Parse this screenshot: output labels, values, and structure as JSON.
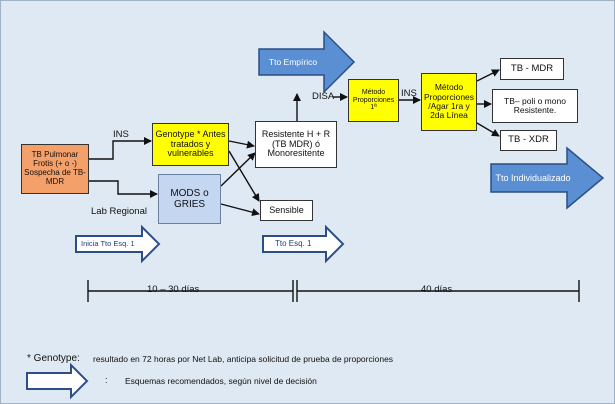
{
  "boxes": {
    "tb_pulmonar": "TB Pulmonar Frotis (+ o -) Sospecha de TB-MDR",
    "genotype": "Genotype * Antes tratados y vulnerables",
    "mods_gries": "MODS o GRIES",
    "resistente": "Resistente H + R (TB MDR) ó Monoresitente",
    "sensible": "Sensible",
    "metodo_proporciones_1": "Método Proporciones 1ª",
    "metodo_proporciones_agar": "Método Proporciones /Agar 1ra y 2da Línea",
    "tb_mdr": "TB - MDR",
    "tb_poli": "TB– poli o mono Resistente.",
    "tb_xdr": "TB - XDR"
  },
  "labels": {
    "ins_1": "INS",
    "lab_regional": "Lab Regional",
    "disa": "DISA",
    "ins_2": "INS"
  },
  "arrows": {
    "tto_empirico": "Tto Empírico",
    "tto_individualizado": "Tto Individualizado",
    "inicia_tto": "Inicia  Tto Esq. 1",
    "tto_esq1": "Tto Esq. 1"
  },
  "timeline": {
    "period_1": "10 – 30 días",
    "period_2": "40 días"
  },
  "footnotes": {
    "genotype_label": "* Genotype:",
    "genotype_text": "resultado en 72 horas  por Net Lab, anticipa solicitud de prueba de proporciones",
    "colon": ":",
    "legend_text": "Esquemas recomendados, según nivel de decisión"
  },
  "colors": {
    "background": "#dfe9f3",
    "orange_box": "#f4a06a",
    "yellow_box": "#ffff00",
    "blue_box": "#c5d6f0",
    "white_box": "#ffffff",
    "arrow_fill": "#5b8fd3",
    "arrow_stroke": "#2c4f87"
  }
}
